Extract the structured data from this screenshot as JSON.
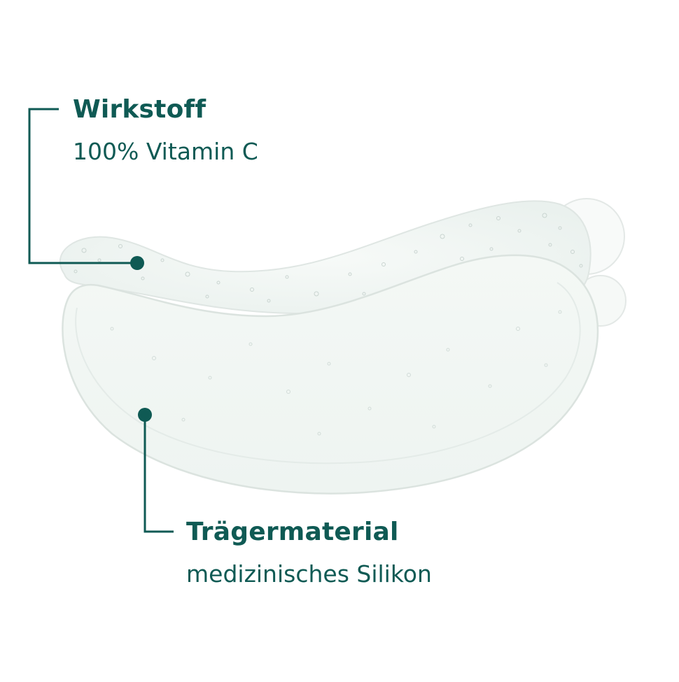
{
  "callouts": [
    {
      "title": "Wirkstoff",
      "subtitle": "100% Vitamin C"
    },
    {
      "title": "Trägermaterial",
      "subtitle": "medizinisches Silikon"
    }
  ],
  "colors": {
    "accent": "#0f5a54",
    "patch_fill": "#f2f7f4",
    "patch_edge": "#d9e2de",
    "background": "#ffffff"
  }
}
